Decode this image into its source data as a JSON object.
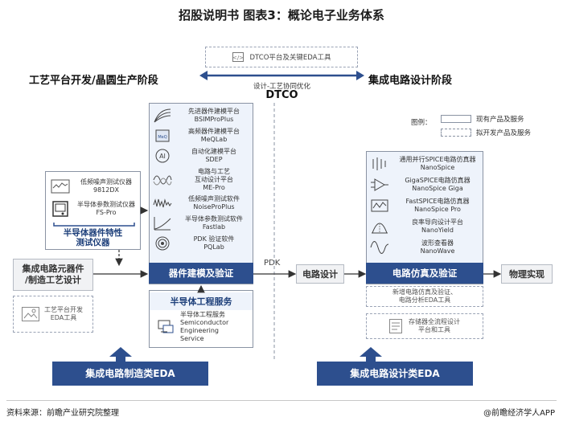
{
  "title": "招股说明书 图表3：概论电子业务体系",
  "top_box": "DTCO平台及关键EDA工具",
  "left_phase": "工艺平台开发/晶圆生产阶段",
  "right_phase": "集成电路设计阶段",
  "dtco_caption": "设计-工艺协同优化",
  "dtco_label": "DTCO",
  "legend": {
    "title": "图例：",
    "existing": "现有产品及服务",
    "developing": "拟开发产品及服务"
  },
  "left_tools": [
    {
      "label": "低频噪声测试仪器\n9812DX",
      "icon": "waveform-icon"
    },
    {
      "label": "半导体参数测试仪器\nFS-Pro",
      "icon": "instrument-icon"
    }
  ],
  "left_section_label": "半导体器件特性\n测试仪器",
  "modeling_tools": [
    {
      "label": "先进器件建模平台\nBSIMProPlus",
      "icon": "curves-icon"
    },
    {
      "label": "高频器件建模平台\nMeQLab",
      "icon": "chip-icon"
    },
    {
      "label": "自动化建模平台\nSDEP",
      "icon": "ai-icon"
    },
    {
      "label": "电路与工艺\n互动设计平台\nME-Pro",
      "icon": "wave-icon"
    },
    {
      "label": "低频噪声测试软件\nNoiseProPlus",
      "icon": "noise-icon"
    },
    {
      "label": "半导体参数测试软件\nFastlab",
      "icon": "curve-icon"
    },
    {
      "label": "PDK 验证软件\nPQLab",
      "icon": "target-icon"
    }
  ],
  "modeling_section": "器件建模及验证",
  "engineering_label": "半导体工程服务",
  "engineering_service": "半导体工程服务\nSemiconductor\nEngineering\nService",
  "stage_left": "集成电路元器件\n/制造工艺设计",
  "process_dev": "工艺平台开发\nEDA工具",
  "pdk": "PDK",
  "stage_circuit_design": "电路设计",
  "sim_tools": [
    {
      "label": "通用并行SPICE电路仿真器\nNanoSpice",
      "icon": "spice-icon"
    },
    {
      "label": "GigaSPICE电路仿真器\nNanoSpice Giga",
      "icon": "giga-icon"
    },
    {
      "label": "FastSPICE电路仿真器\nNanoSpice Pro",
      "icon": "fast-icon"
    },
    {
      "label": "良率导向设计平台\nNanoYield",
      "icon": "yield-icon"
    },
    {
      "label": "波形查看器\nNanoWave",
      "icon": "wave-viewer-icon"
    }
  ],
  "sim_section": "电路仿真及验证",
  "new_sim": "新增电路仿真及验证、\n电路分析EDA工具",
  "storage_tools": "存储器全流程设计\n平台和工具",
  "stage_physical": "物理实现",
  "bottom_left": "集成电路制造类EDA",
  "bottom_right": "集成电路设计类EDA",
  "source": "资料来源：前瞻产业研究院整理",
  "brand": "@前瞻经济学人APP",
  "colors": {
    "navy": "#2d4f8e",
    "arrow": "#2d4f8e"
  }
}
